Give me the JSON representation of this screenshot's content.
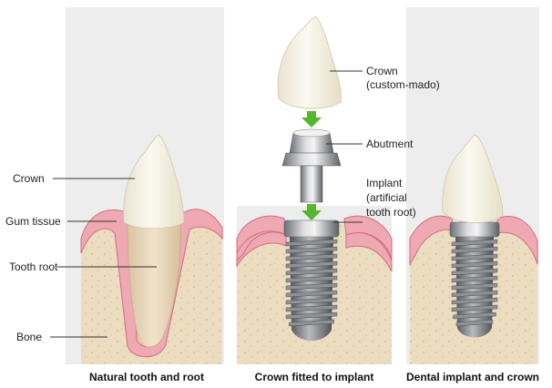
{
  "colors": {
    "panel_bg": "#ededed",
    "bone": "#ecdcc0",
    "bone_speckle": "#d9c7a6",
    "gum": "#efa9b2",
    "gum_edge": "#d06d80",
    "enamel": "#f7f4ea",
    "root": "#e9d7bd",
    "metal_light": "#f0f0f0",
    "metal_mid": "#b5b8bb",
    "metal_dark": "#64686c",
    "arrow": "#56b531"
  },
  "labels": {
    "crown_left": "Crown",
    "gum_tissue": "Gum tissue",
    "tooth_root": "Tooth root",
    "bone": "Bone",
    "crown_custom_line1": "Crown",
    "crown_custom_line2": "(custom-mado)",
    "abutment": "Abutment",
    "implant_line1": "Implant",
    "implant_line2": "(artificial",
    "implant_line3": "tooth root)"
  },
  "captions": {
    "panel1": "Natural tooth and root",
    "panel2": "Crown fitted to implant",
    "panel3": "Dental implant and crown"
  }
}
